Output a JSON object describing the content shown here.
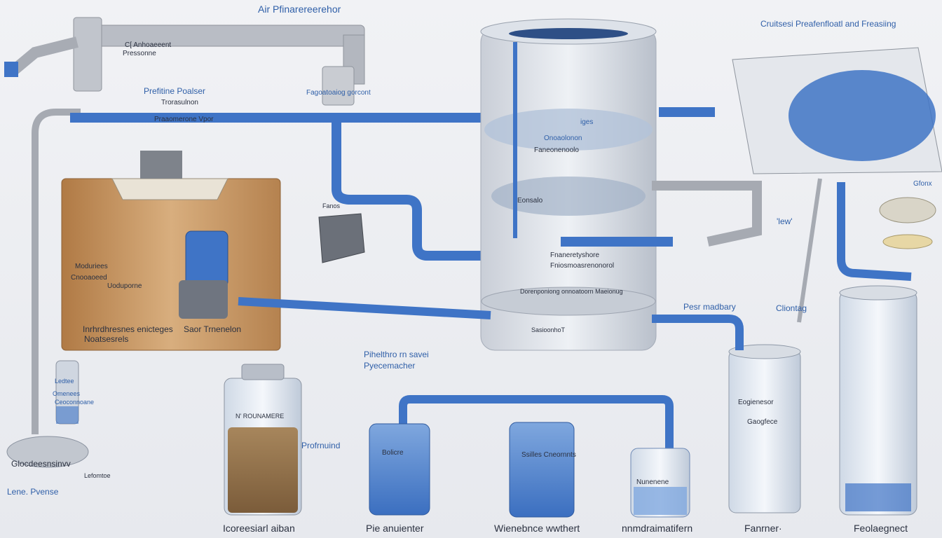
{
  "labels": {
    "top_center": "Air Pfinarereerehor",
    "top_right": "Cruitsesi Preafenfloatl and Freasiing",
    "top_left_1": "C[ Anhoaeeent",
    "top_left_2": "Pressonne",
    "prefilter": "Prefitine Poalser",
    "prefilter_sub": "Trorasulnon",
    "pipe_label": "Praaomerone Vpor",
    "valve_label": "Fagoatoaiog gorcont",
    "tank_1": "iges",
    "tank_2": "Onoaolonon",
    "tank_3": "Faneonenoolo",
    "tank_4": "Eonsalo",
    "tank_mid_1": "Fnaneretyshore",
    "tank_mid_2": "Fniosmoasrenonorol",
    "tank_mid_3": "Dorenponiong onnoatoorn Maeionug",
    "tank_low": "SasioonhoT",
    "filter_small": "Fanos",
    "lew": "'lew'",
    "right_label": "Gfonx",
    "box_1": "Moduriees",
    "box_2": "Cnooaoeed",
    "box_3": "Uoduporne",
    "box_4": "Inrhrdhresnes enicteges",
    "box_5": "Noatsesrels",
    "box_6": "Saor Trnenelon",
    "mid_1": "Pihelthro rn savei",
    "mid_2": "Pyecemacher",
    "pre_mach": "Pesr madbary",
    "clientg": "Cliontag",
    "cyl_1": "Eogienesor",
    "cyl_2": "Gaogfece",
    "left_1": "Ledtee",
    "left_2": "Omenees",
    "left_3": "Ceoconnoane",
    "gauge": "Glocdeesnsinvv",
    "gauge_sub": "Lefomtoe",
    "bottom_left": "Lene. Pvense",
    "jar_label": "N' ROUNAMERE",
    "jar_side": "Profrnuind",
    "beaker_1": "Bolicre",
    "beaker_2": "Ssilles Cneornnts",
    "beaker_3": "Nunenene",
    "cap_1": "Icoreesiarl aiban",
    "cap_2": "Pie anuienter",
    "cap_3": "Wienebnce wwthert",
    "cap_4": "nnmdraimatifern",
    "cap_5": "Fanrner·",
    "cap_6": "Feolaegnect"
  },
  "colors": {
    "pipe_blue": "#3f74c6",
    "pipe_grey": "#a6aab2",
    "box_orange": "#c99a66",
    "label_blue": "#2f5fa8"
  }
}
